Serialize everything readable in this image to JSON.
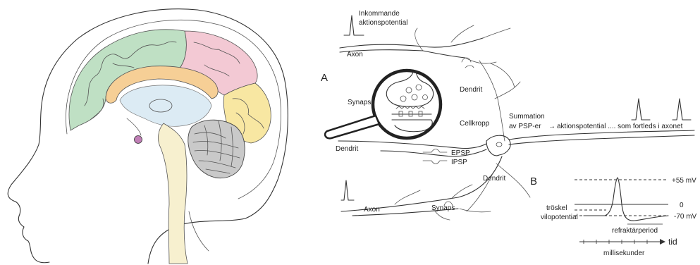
{
  "panel_a": {
    "letter": "A",
    "incoming_ap_line1": "Inkommande",
    "incoming_ap_line2": "aktionspotential",
    "axon_top": "Axon",
    "axon_bottom": "Axon",
    "dendrite_right_top": "Dendrit",
    "dendrite_left": "Dendrit",
    "dendrite_right_bottom": "Dendrit",
    "synapse_magnified": "Synaps",
    "synapse_bottom": "Synaps",
    "cell_body": "Cellkropp",
    "summation_line1": "Summation",
    "summation_line2": "av PSP-er",
    "arrow": "→",
    "output_text": "aktionspotential .... som fortleds i axonet",
    "epsp": "EPSP",
    "ipsp": "IPSP"
  },
  "panel_b": {
    "letter": "B",
    "level_plus55": "+55 mV",
    "level_zero": "0",
    "level_minus70": "-70 mV",
    "threshold": "tröskel",
    "resting_potential": "vilopotential",
    "refractory": "refraktärperiod",
    "xaxis_label": "millisekunder",
    "time": "tid"
  },
  "colors": {
    "frontal_green": "#bfe0c4",
    "parietal_pink": "#f3c9d4",
    "occipital_yellow": "#f8e7a2",
    "limbic_orange": "#f6cf96",
    "brainstem_cream": "#f7f0cf",
    "ventricle_blue": "#dcebf4",
    "pituitary_purple": "#c07fb6",
    "cerebellum_gray": "#c9c9c9"
  }
}
